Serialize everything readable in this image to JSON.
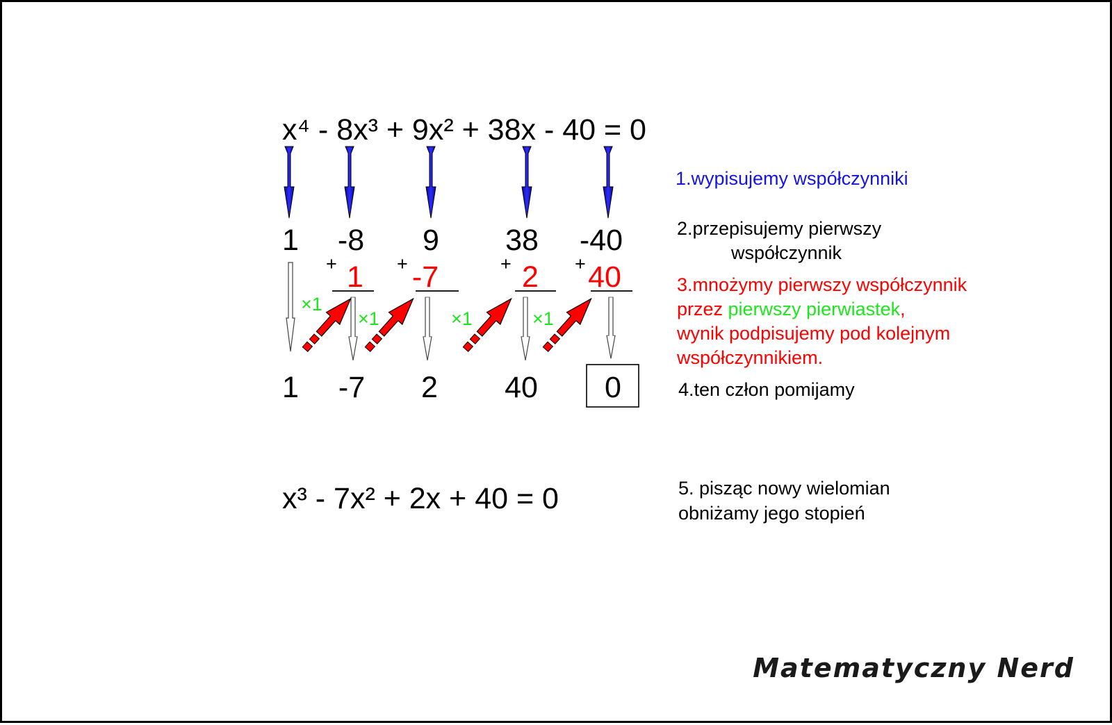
{
  "colors": {
    "blue": "#1414e6",
    "red": "#ff0000",
    "green": "#1ee61e",
    "black": "#000000",
    "border": "#000000"
  },
  "equation_top": "x⁴ - 8x³ + 9x² + 38x - 40 = 0",
  "coefficients": [
    "1",
    "-8",
    "9",
    "38",
    "-40"
  ],
  "products": [
    "1",
    "-7",
    "2",
    "40"
  ],
  "plus_sign": "+",
  "multiplier_label": "×1",
  "results": [
    "1",
    "-7",
    "2",
    "40"
  ],
  "remainder": "0",
  "equation_bottom": "x³ - 7x² + 2x + 40 = 0",
  "steps": {
    "step1": "1.wypisujemy współczynniki",
    "step2_line1": "2.przepisujemy pierwszy",
    "step2_line2": "współczynnik",
    "step3_line1": "3.mnożymy pierwszy współczynnik",
    "step3_line2_a": "przez ",
    "step3_line2_b": "pierwszy pierwiastek",
    "step3_line2_c": ",",
    "step3_line3": "wynik podpisujemy pod kolejnym",
    "step3_line4": "współczynnikiem.",
    "step4": "4.ten człon pomijamy",
    "step5_line1": "5. pisząc nowy wielomian",
    "step5_line2": "obniżamy jego stopień"
  },
  "brand": "Matematyczny Nerd",
  "icons": {
    "blue_arrows": "arrow-down-icon",
    "hollow_arrows": "arrow-down-outline-icon",
    "red_arrows": "arrow-up-right-icon"
  }
}
